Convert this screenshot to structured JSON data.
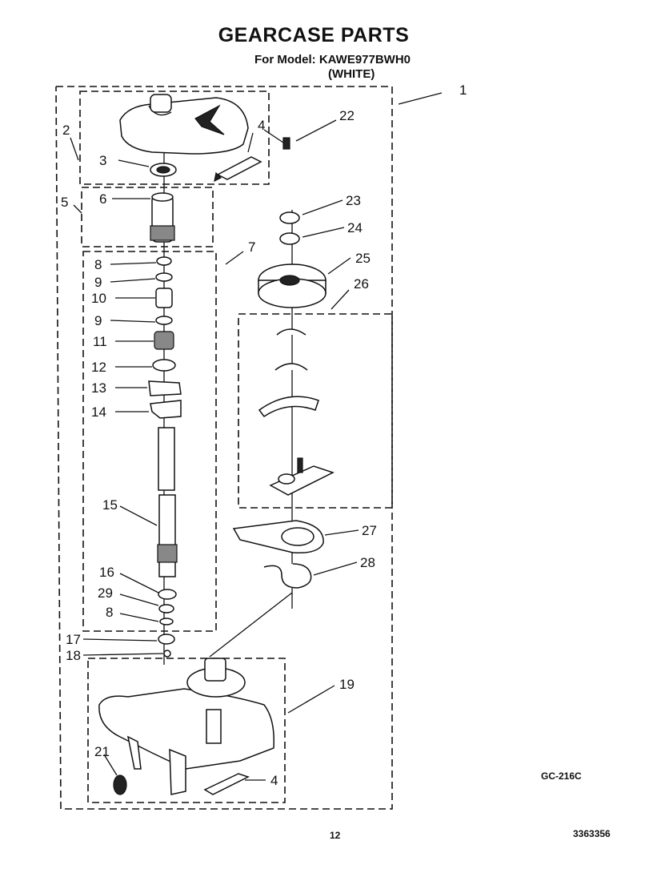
{
  "header": {
    "title": "GEARCASE PARTS",
    "model_line": "For Model: KAWE977BWH0",
    "color": "(WHITE)"
  },
  "callouts": {
    "c1": "1",
    "c2": "2",
    "c3": "3",
    "c4a": "4",
    "c4b": "4",
    "c5": "5",
    "c6": "6",
    "c7": "7",
    "c8a": "8",
    "c8b": "8",
    "c9a": "9",
    "c9b": "9",
    "c10": "10",
    "c11": "11",
    "c12": "12",
    "c13": "13",
    "c14": "14",
    "c15": "15",
    "c16": "16",
    "c17": "17",
    "c18": "18",
    "c19": "19",
    "c21": "21",
    "c22": "22",
    "c23": "23",
    "c24": "24",
    "c25": "25",
    "c26": "26",
    "c27": "27",
    "c28": "28",
    "c29": "29"
  },
  "footer": {
    "figure_code": "GC-216C",
    "page_number": "12",
    "part_number": "3363356"
  }
}
